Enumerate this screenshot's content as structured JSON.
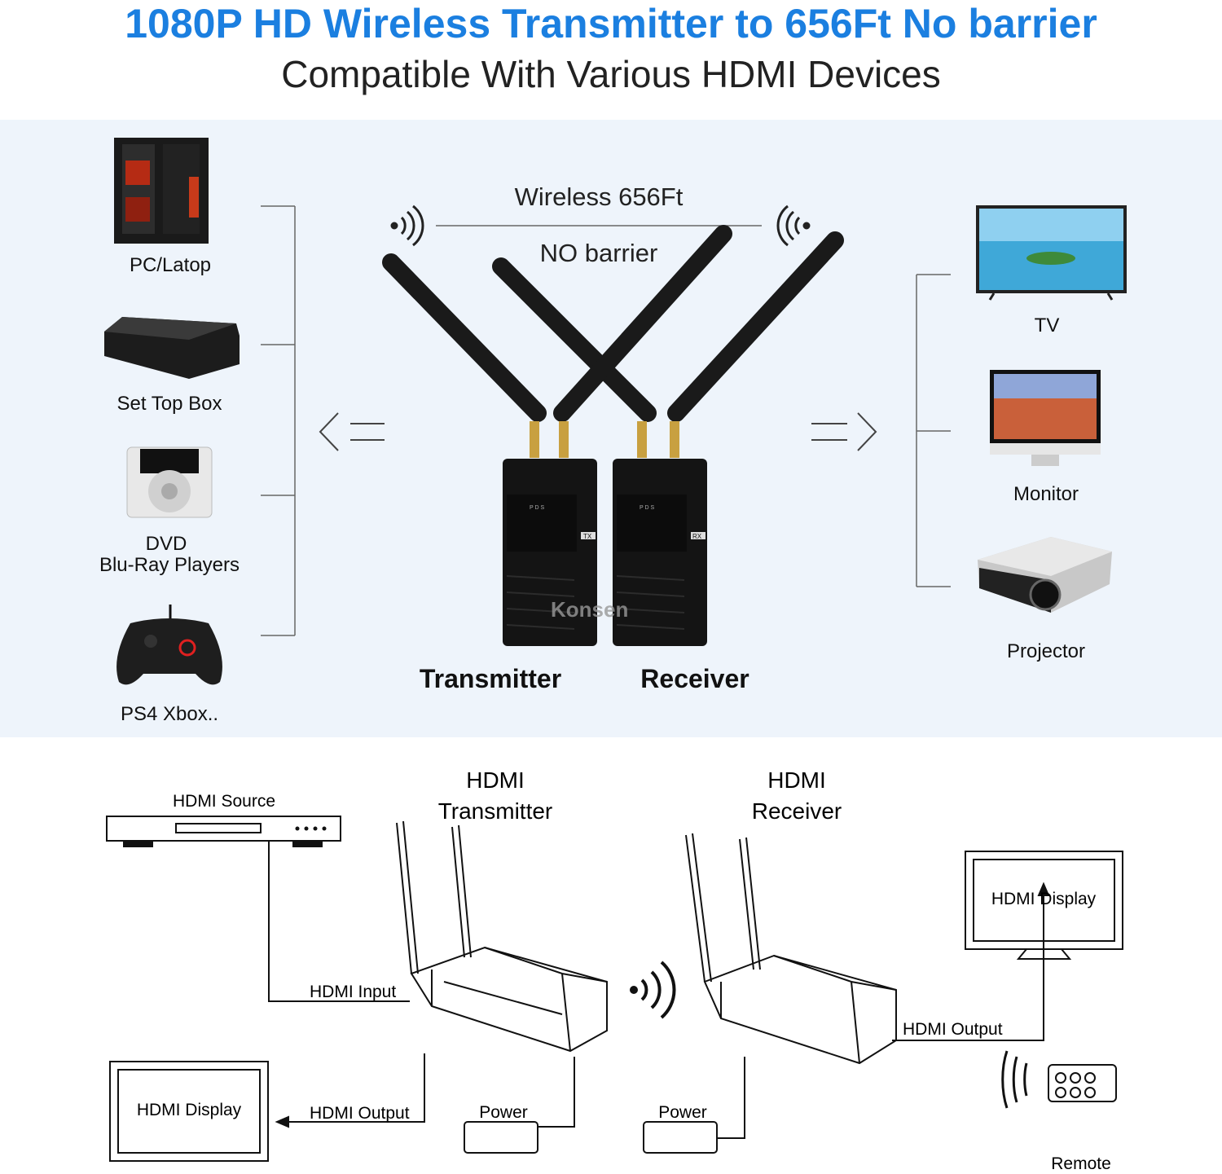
{
  "header": {
    "title": "1080P HD Wireless Transmitter to 656Ft No barrier",
    "subtitle": "Compatible With Various HDMI Devices"
  },
  "sources": [
    {
      "label": "PC/Latop",
      "icon": "pc-tower-icon"
    },
    {
      "label": "Set Top Box",
      "icon": "set-top-box-icon"
    },
    {
      "label": "DVD",
      "label2": "Blu-Ray Players",
      "icon": "dvd-player-icon"
    },
    {
      "label": "PS4 Xbox..",
      "icon": "gamepad-icon"
    }
  ],
  "displays": [
    {
      "label": "TV",
      "icon": "tv-icon"
    },
    {
      "label": "Monitor",
      "icon": "monitor-icon"
    },
    {
      "label": "Projector",
      "icon": "projector-icon"
    }
  ],
  "center": {
    "wireless": "Wireless 656Ft",
    "barrier": "NO barrier",
    "transmitter": "Transmitter",
    "receiver": "Receiver",
    "tx_tag": "TX",
    "rx_tag": "RX",
    "leds": "P D S",
    "watermark": "Konsen"
  },
  "diagram": {
    "hdmi_source": "HDMI Source",
    "tx_title1": "HDMI",
    "tx_title2": "Transmitter",
    "rx_title1": "HDMI",
    "rx_title2": "Receiver",
    "hdmi_input": "HDMI Input",
    "hdmi_output_left": "HDMI Output",
    "hdmi_output_right": "HDMI Output",
    "display_left": "HDMI Display",
    "display_right": "HDMI Display",
    "power_tx": "Power",
    "power_rx": "Power",
    "remote": "Remote"
  }
}
